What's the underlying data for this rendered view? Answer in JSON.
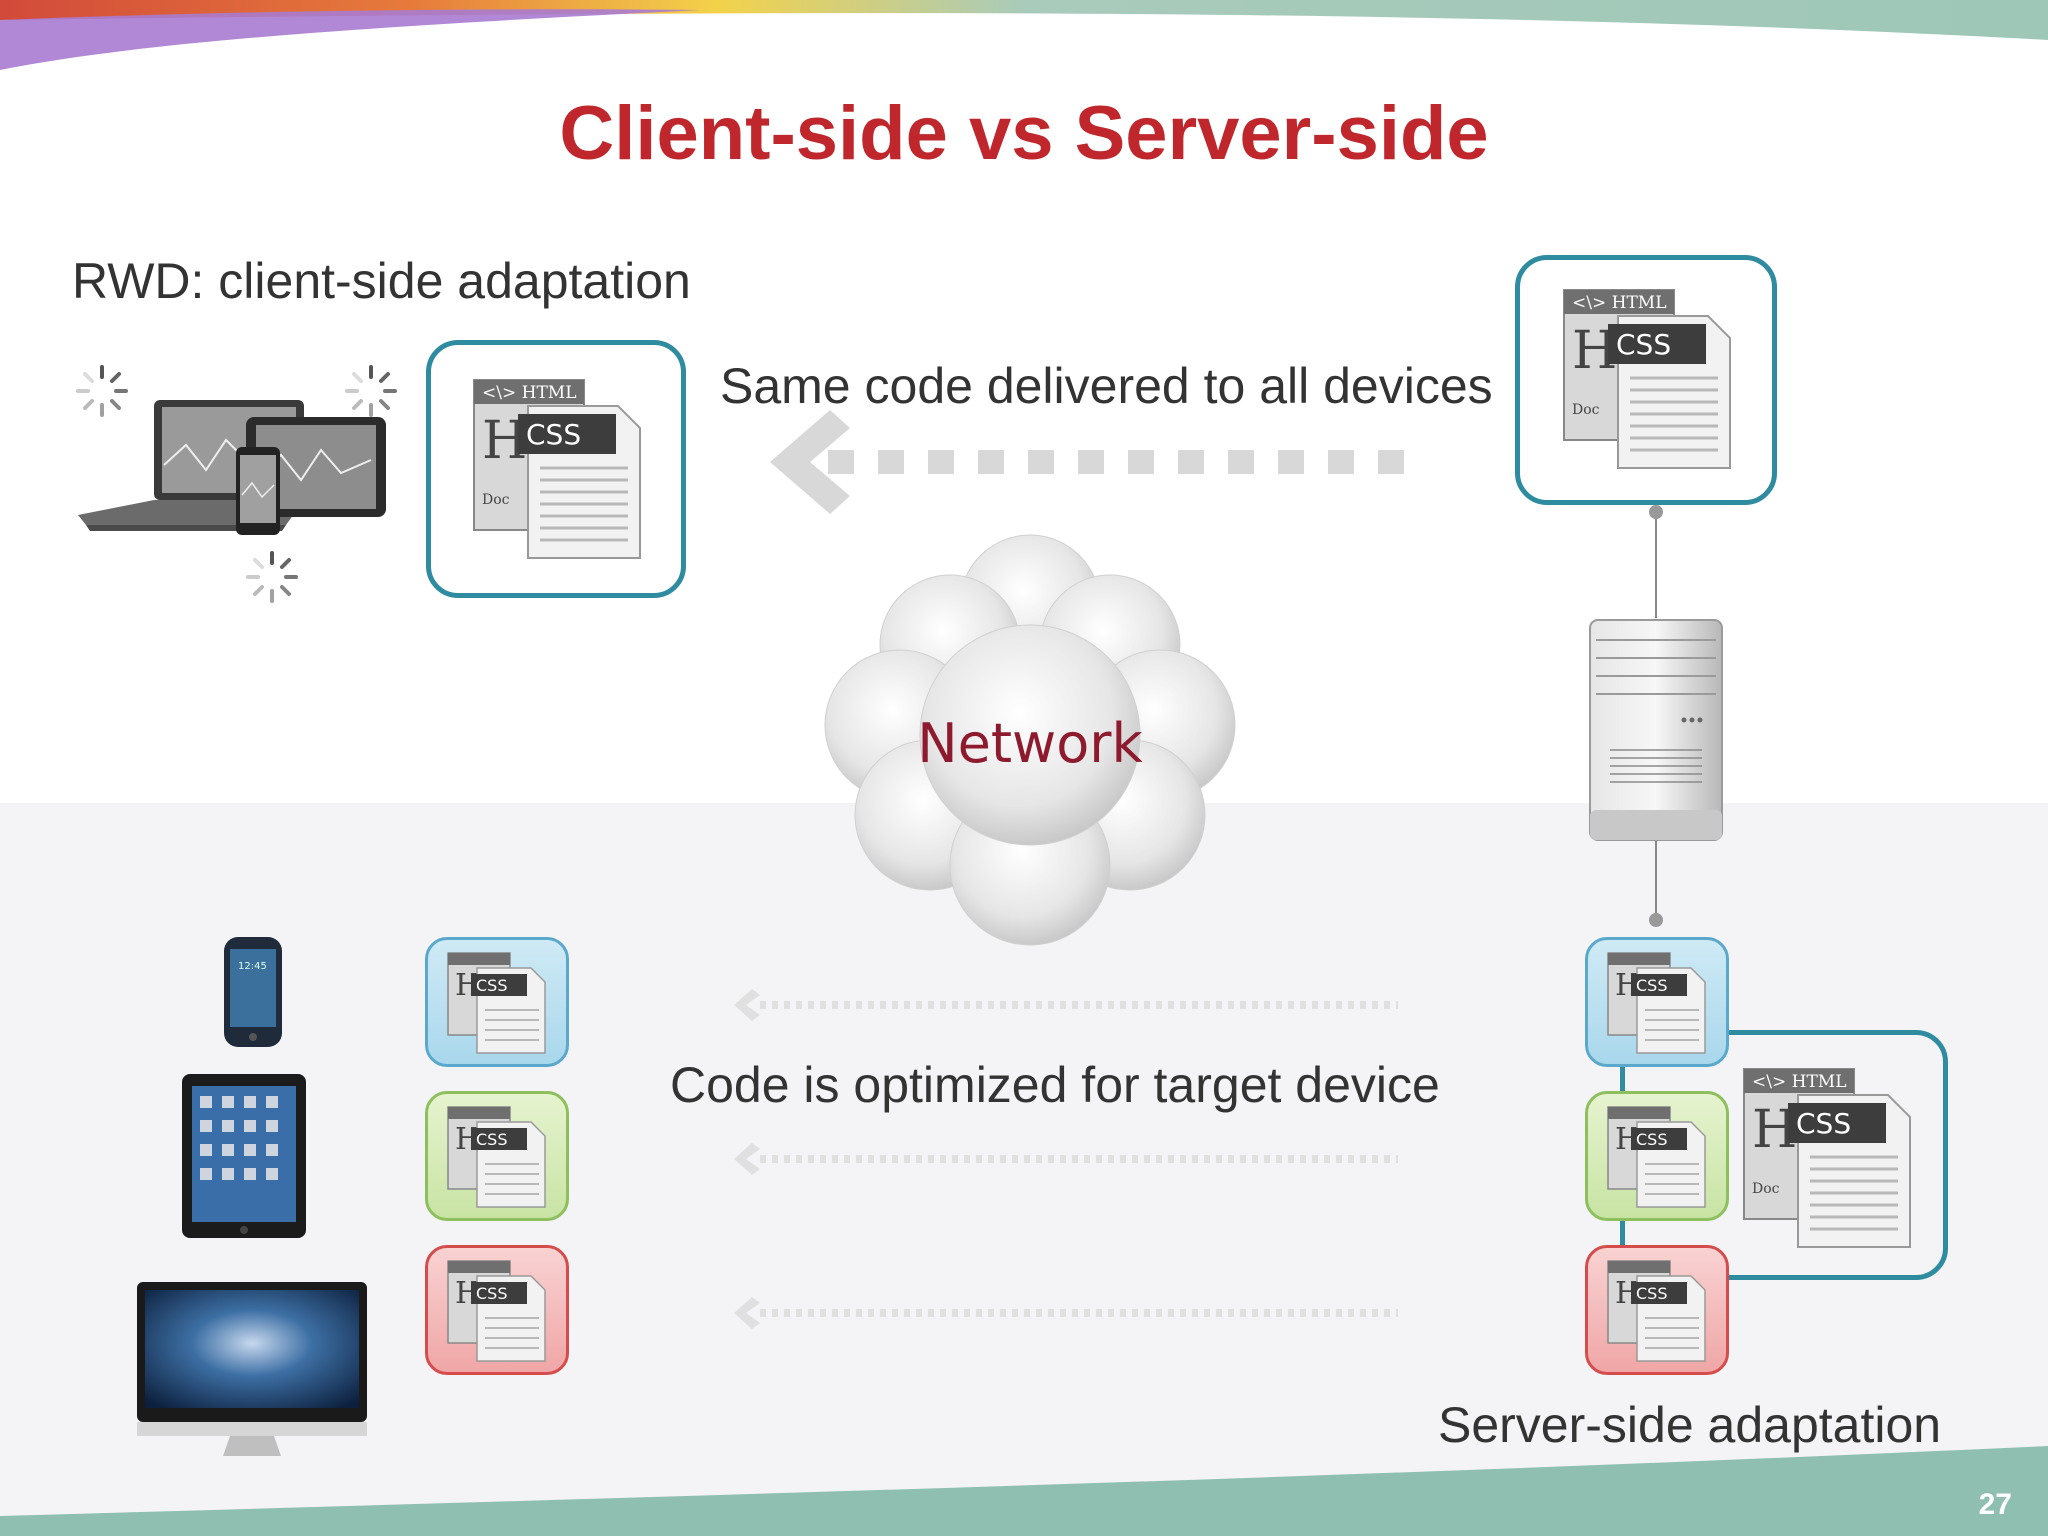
{
  "slide": {
    "title": "Client-side vs Server-side",
    "page_number": "27"
  },
  "client_side": {
    "heading": "RWD: client-side adaptation",
    "same_code_label": "Same code delivered to all devices"
  },
  "network": {
    "label": "Network"
  },
  "server_side": {
    "optimized_label": "Code is optimized for target device",
    "heading": "Server-side adaptation"
  },
  "document_icon": {
    "html_tag": "<\\> HTML",
    "css_tag": "CSS",
    "doc_tag": "Doc"
  },
  "colors": {
    "title": "#c0272d",
    "frame": "#2f8ca0",
    "network_text": "#8e1a2e",
    "tile_blue": "#a9d7ec",
    "tile_green": "#c8e4a4",
    "tile_red": "#f0a6a6",
    "footer_band": "#8fbfb0"
  }
}
